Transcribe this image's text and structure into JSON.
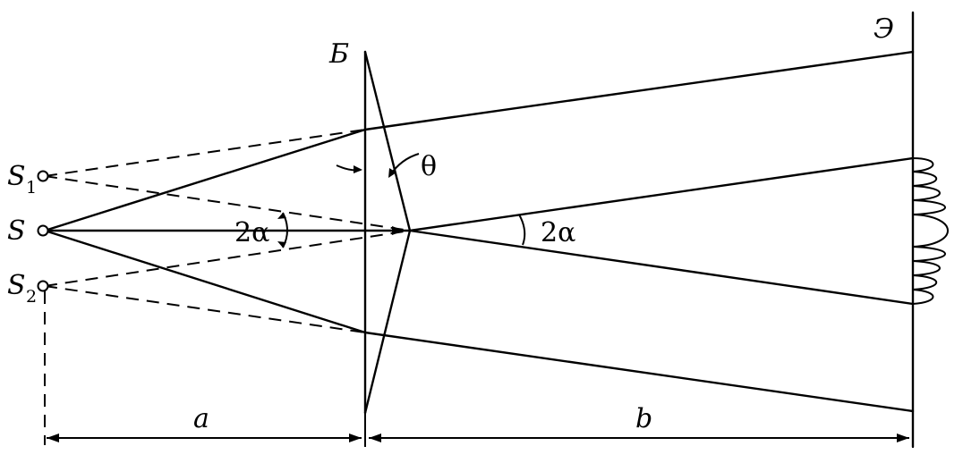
{
  "labels": {
    "biprism": "Б",
    "screen": "Э",
    "source": "S",
    "source1_letter": "S",
    "source1_sub": "1",
    "source2_letter": "S",
    "source2_sub": "2",
    "theta": "θ",
    "angle_left": "2α",
    "angle_right": "2α",
    "dist_a": "a",
    "dist_b": "b"
  }
}
